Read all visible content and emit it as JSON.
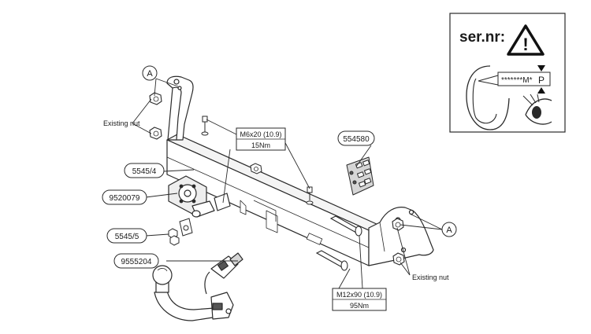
{
  "callouts": {
    "a_top_right": "A",
    "a_top_left": "A",
    "existing_nut_left": "Existing nut",
    "existing_nut_right": "Existing nut",
    "part_5545_4": "5545/4",
    "part_9520079": "9520079",
    "part_5545_5": "5545/5",
    "part_9555204": "9555204",
    "part_554580": "554580"
  },
  "bolt_specs": {
    "m6": {
      "size": "M6x20 (10.9)",
      "torque": "15Nm"
    },
    "m12": {
      "size": "M12x90 (10.9)",
      "torque": "95Nm"
    }
  },
  "serial_panel": {
    "title": "ser.nr:",
    "warning_glyph": "!",
    "plate_text": "*******M*",
    "plate_letter": "P"
  },
  "colors": {
    "stroke": "#2a2a2a",
    "fill_light": "#f4f4f4",
    "fill_mid": "#cfcfcf",
    "fill_dark": "#555555"
  }
}
